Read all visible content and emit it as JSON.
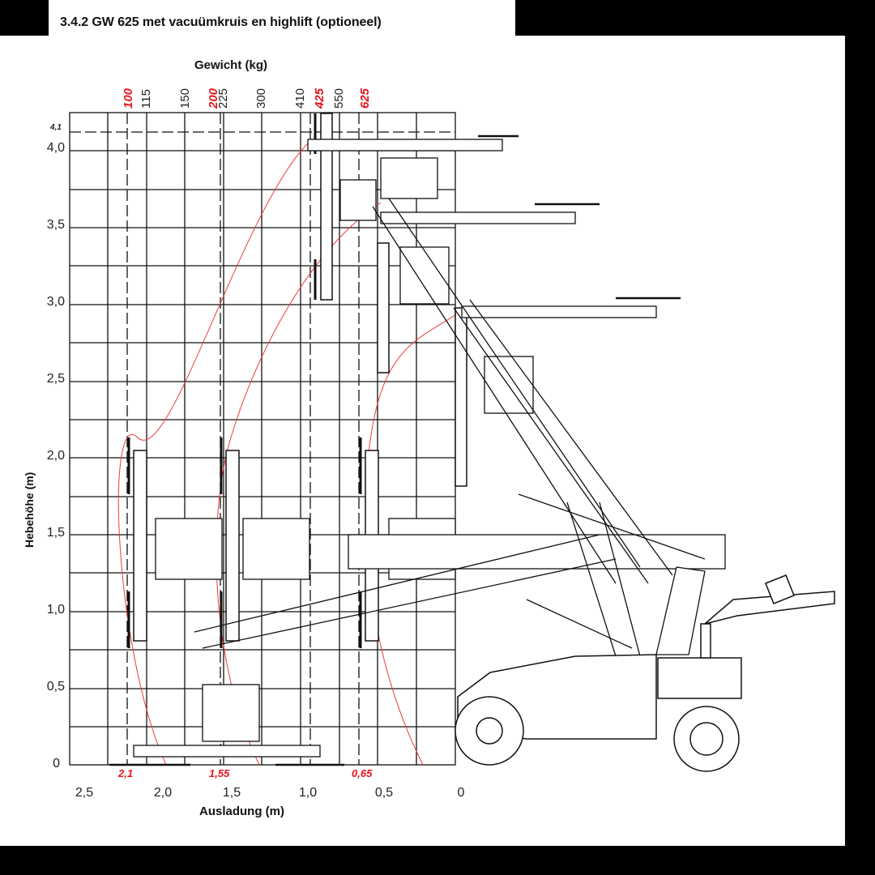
{
  "document": {
    "title": "3.4.2 GW 625 met vacuümkruis en highlift (optioneel)"
  },
  "chart": {
    "top_axis_title": "Gewicht (kg)",
    "y_axis_title": "Hebehöhe (m)",
    "x_axis_title": "Ausladung (m)",
    "weight_labels_black": [
      "115",
      "150",
      "225",
      "300",
      "410",
      "550"
    ],
    "weight_labels_red": [
      "100",
      "200",
      "425",
      "625"
    ],
    "y_ticks": [
      "4,0",
      "3,5",
      "3,0",
      "2,5",
      "2,0",
      "1,5",
      "1,0",
      "0,5",
      "0"
    ],
    "x_ticks": [
      "2,5",
      "2,0",
      "1,5",
      "1,0",
      "0,5",
      "0"
    ],
    "max_height_marker": "4,1",
    "reach_markers": [
      "2,1",
      "1,55",
      "0,65"
    ]
  },
  "colors": {
    "grid": "#111111",
    "red_marker": "#e8141b",
    "background": "#ffffff",
    "frame": "#000000"
  },
  "chart_data": {
    "type": "table",
    "title": "3.4.2 GW 625 met vacuümkruis en highlift (optioneel)",
    "xlabel": "Ausladung (m)",
    "ylabel": "Hebehöhe (m)",
    "top_label": "Gewicht (kg)",
    "xlim": [
      2.5,
      0
    ],
    "ylim": [
      0,
      4.25
    ],
    "grid": true,
    "x_ticks": [
      2.5,
      2.0,
      1.5,
      1.0,
      0.5,
      0
    ],
    "y_ticks": [
      0,
      0.5,
      1.0,
      1.5,
      2.0,
      2.5,
      3.0,
      3.5,
      4.0
    ],
    "weight_scale_kg": [
      100,
      115,
      150,
      200,
      225,
      300,
      410,
      425,
      550,
      625
    ],
    "load_limits": [
      {
        "reach_m": 2.1,
        "capacity_kg": 100
      },
      {
        "reach_m": 1.55,
        "capacity_kg": 200
      },
      {
        "reach_m": 0.65,
        "capacity_kg": 625
      },
      {
        "reach_m": 1.0,
        "capacity_kg": 425,
        "height_m": 4.1
      }
    ],
    "annotations": [
      "4,1",
      "2,1",
      "1,55",
      "0,65"
    ]
  }
}
